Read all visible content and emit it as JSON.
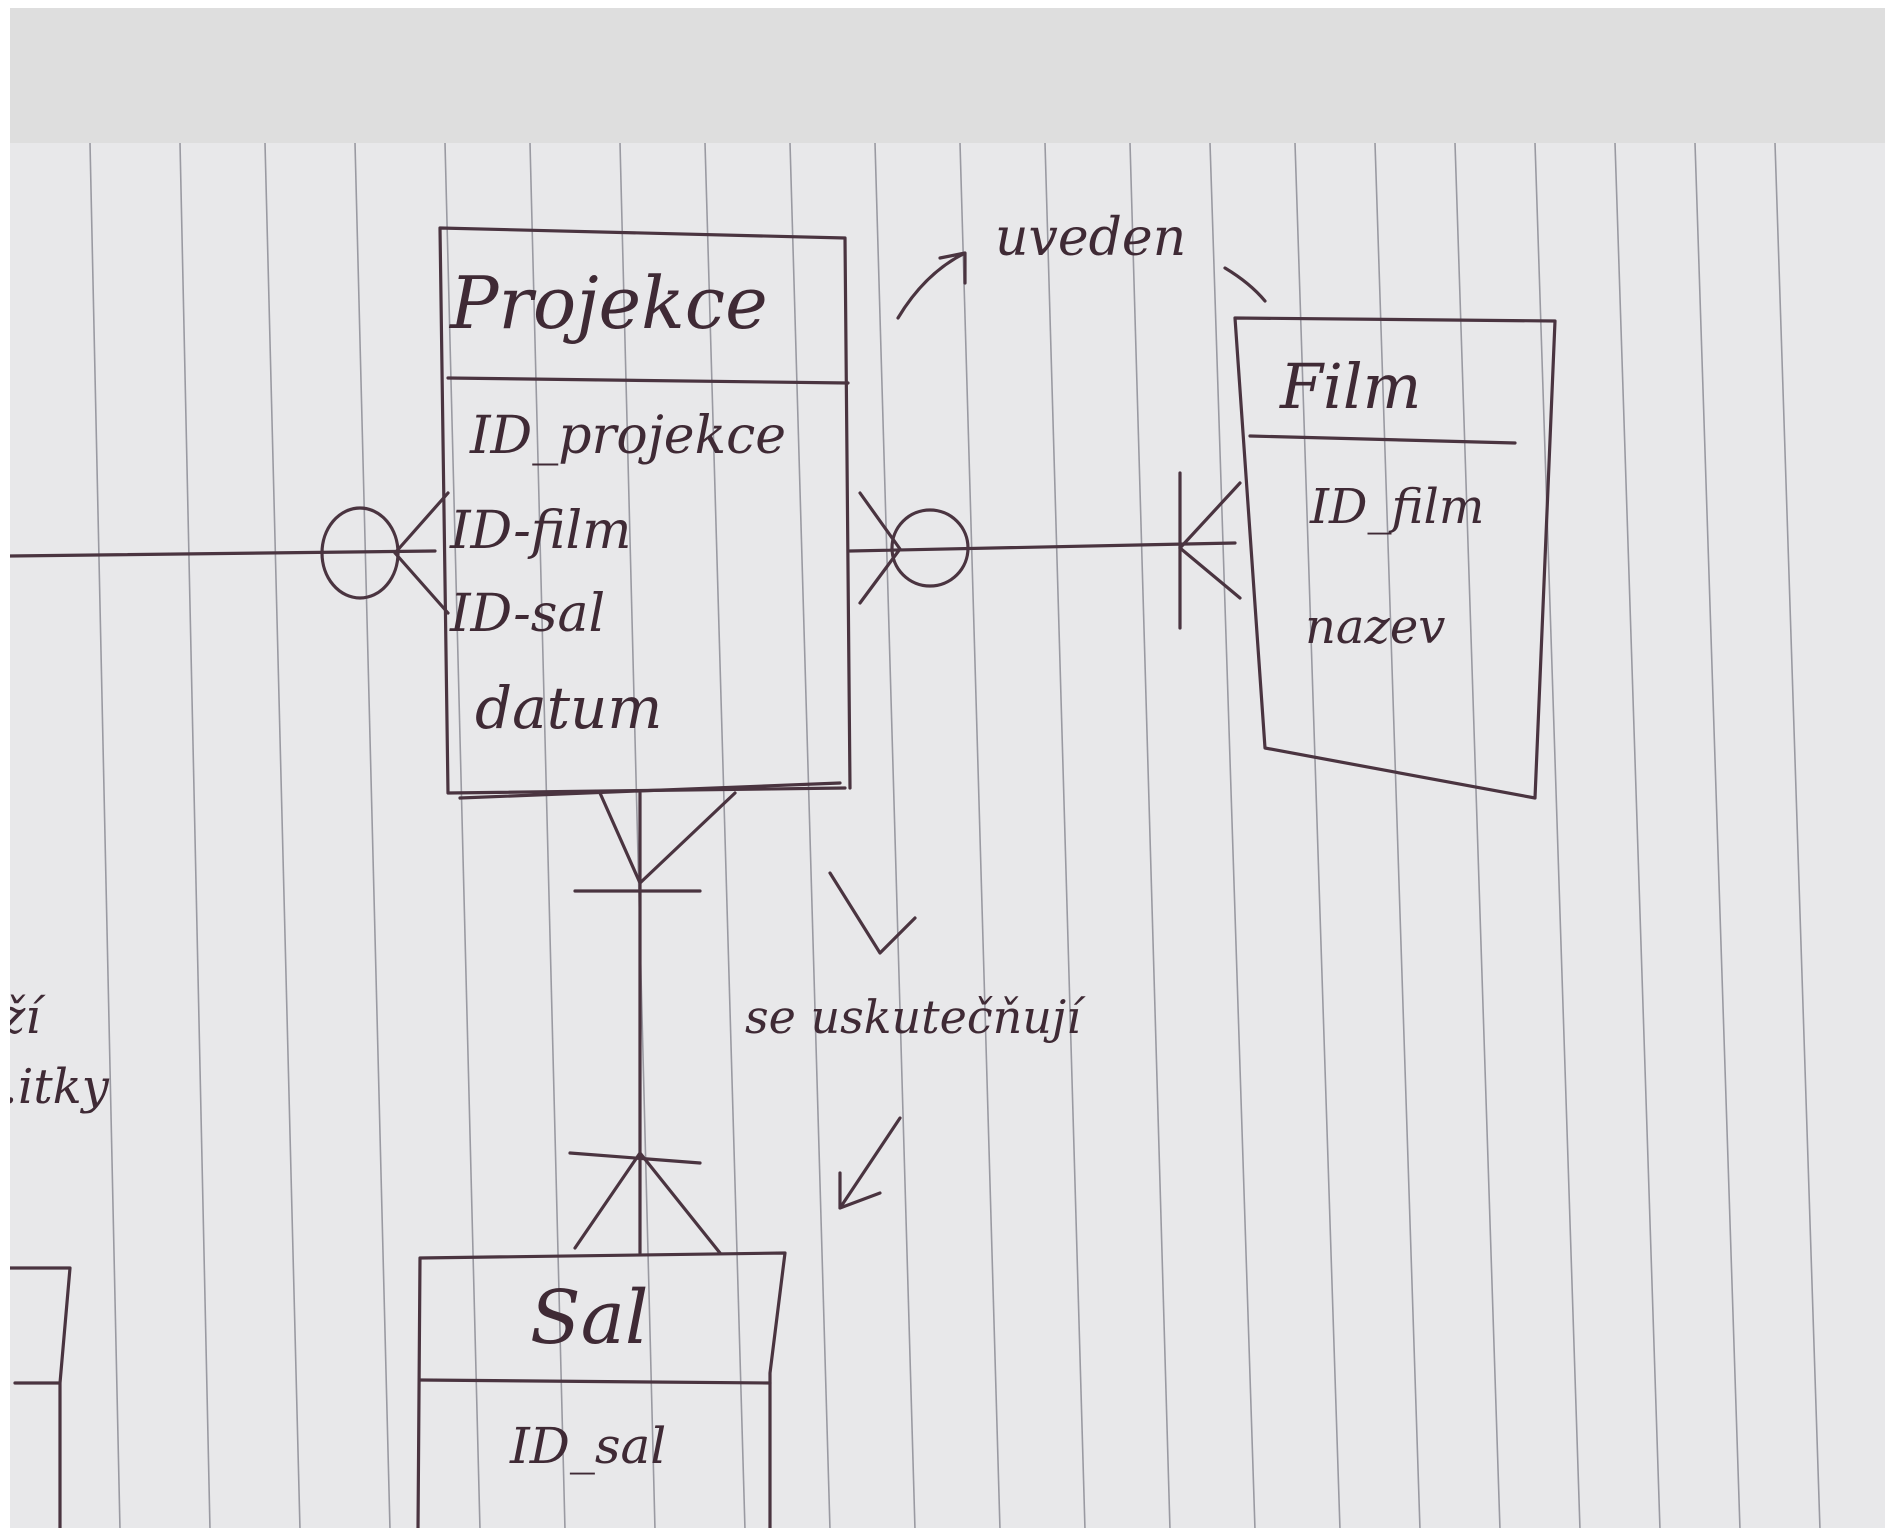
{
  "diagram": {
    "entities": {
      "projekce": {
        "name": "Projekce",
        "attributes": [
          "ID_projekce",
          "ID-film",
          "ID-sal",
          "datum"
        ]
      },
      "film": {
        "name": "Film",
        "attributes": [
          "ID_film",
          "nazev"
        ]
      },
      "sal": {
        "name": "Sal",
        "attributes": [
          "ID_sal"
        ]
      }
    },
    "relationships": {
      "projekce_film": "uveden",
      "projekce_sal": "se uskutečňují"
    },
    "margin_fragments": [
      "ží",
      "…itky"
    ]
  },
  "colors": {
    "ink": "#4a3440",
    "paper": "#e8e8ea",
    "rule_lines": "#9a9aa2",
    "top_bar": "#dedede"
  }
}
